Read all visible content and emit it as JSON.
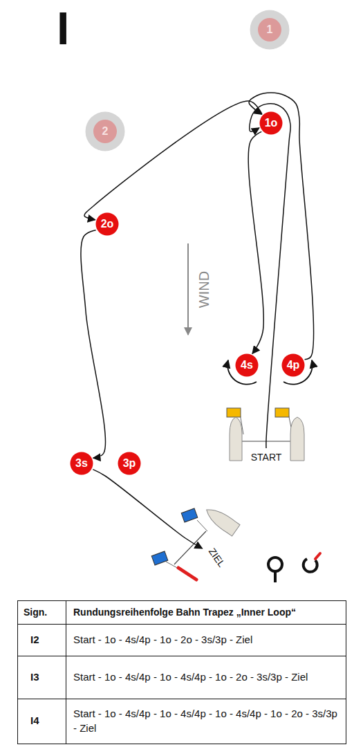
{
  "diagram": {
    "nodes": [
      {
        "text": [
          "1"
        ]
      },
      {
        "text": [
          "2"
        ]
      },
      {
        "text": [
          "1o"
        ]
      },
      {
        "text": [
          "2o"
        ]
      },
      {
        "text": [
          "4s"
        ]
      },
      {
        "text": [
          "4p"
        ]
      },
      {
        "text": [
          "START"
        ]
      },
      {
        "text": [
          "3s"
        ]
      },
      {
        "text": [
          "3p"
        ]
      },
      {
        "text": [
          "ZIEL"
        ]
      }
    ],
    "edges": [
      {
        "from": 6,
        "to": 2,
        "arrow": "to"
      },
      {
        "from": 2,
        "to": 4,
        "arrow": "to"
      },
      {
        "from": 5,
        "to": 2,
        "arrow": "to"
      },
      {
        "from": 2,
        "to": 3,
        "arrow": "to"
      },
      {
        "from": 3,
        "to": 7,
        "arrow": "to"
      },
      {
        "from": 7,
        "to": 9,
        "arrow": "to"
      }
    ],
    "labels": [
      "I",
      "WIND",
      "Sign.",
      "Rundungsreihenfolge Bahn Trapez „Inner Loop“",
      "I2",
      "Start - 1o - 4s/4p - 1o - 2o - 3s/3p - Ziel",
      "I3",
      "Start - 1o - 4s/4p - 1o - 4s/4p - 1o - 2o - 3s/3p - Ziel",
      "I4",
      "Start - 1o - 4s/4p - 1o - 4s/4p - 1o - 4s/4p - 1o - 2o - 3s/3p - Ziel"
    ]
  }
}
